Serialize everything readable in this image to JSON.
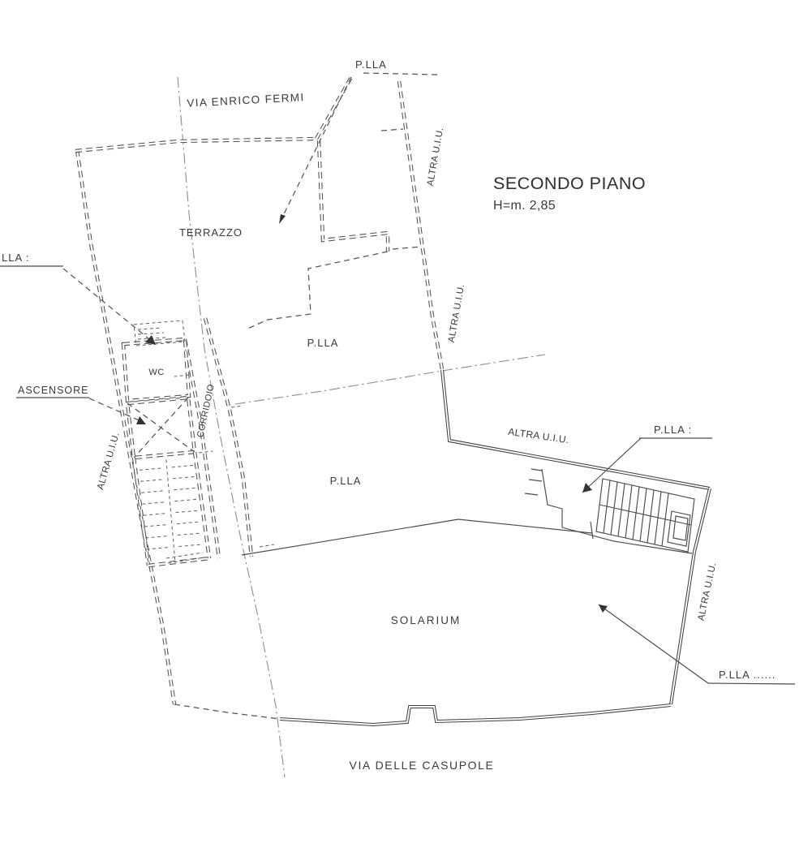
{
  "title_block": {
    "title": "SECONDO PIANO",
    "height_note": "H=m. 2,85"
  },
  "streets": {
    "top": "VIA ENRICO FERMI",
    "bottom": "VIA DELLE CASUPOLE"
  },
  "rooms": {
    "terrazzo": "TERRAZZO",
    "wc": "WC",
    "corridoio": "CORRIDOIO",
    "solarium": "SOLARIUM",
    "parcel_room_upper": "P.LLA",
    "parcel_room_lower": "P.LLA"
  },
  "annotations": {
    "parcel_top": "P.LLA",
    "parcel_left_cropped": "LLA :",
    "elevator": "ASCENSORE",
    "parcel_right": "P.LLA :",
    "parcel_bottom_right": "P.LLA ......",
    "other_unit_top": "ALTRA U.I.U.",
    "other_unit_mid": "ALTRA U.I.U.",
    "other_unit_left": "ALTRA U.I.U.",
    "other_unit_right": "ALTRA U.I.U.",
    "other_unit_bottom_right": "ALTRA U.I.U."
  }
}
